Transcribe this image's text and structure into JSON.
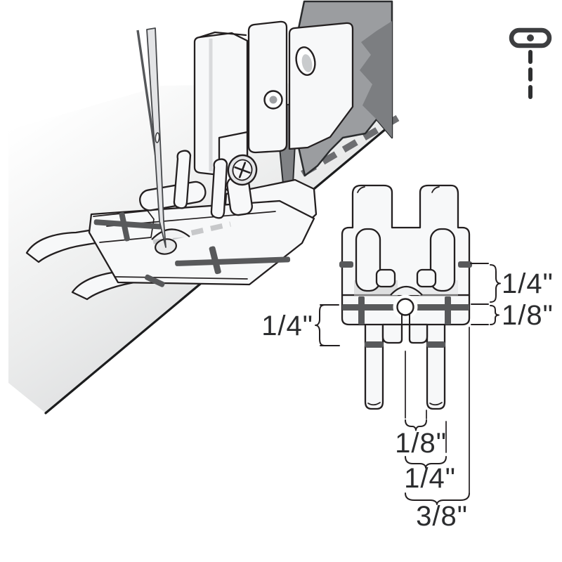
{
  "figure": {
    "title_hidden": "",
    "colors": {
      "outline": "#231f20",
      "guide_mark": "#58595b",
      "fabric": "#dcdddf",
      "machine_gray": "#9b9da0",
      "machine_dark": "#7c7e81",
      "background": "#ffffff"
    },
    "legend_icon": {
      "name": "presser-foot-seam-guide-icon"
    },
    "front_view": {
      "labels": {
        "right_upper": "1/4\"",
        "right_lower": "1/8\"",
        "left": "1/4\"",
        "bottom_inner": "1/8\"",
        "bottom_middle": "1/4\"",
        "bottom_outer": "3/8\""
      }
    }
  }
}
